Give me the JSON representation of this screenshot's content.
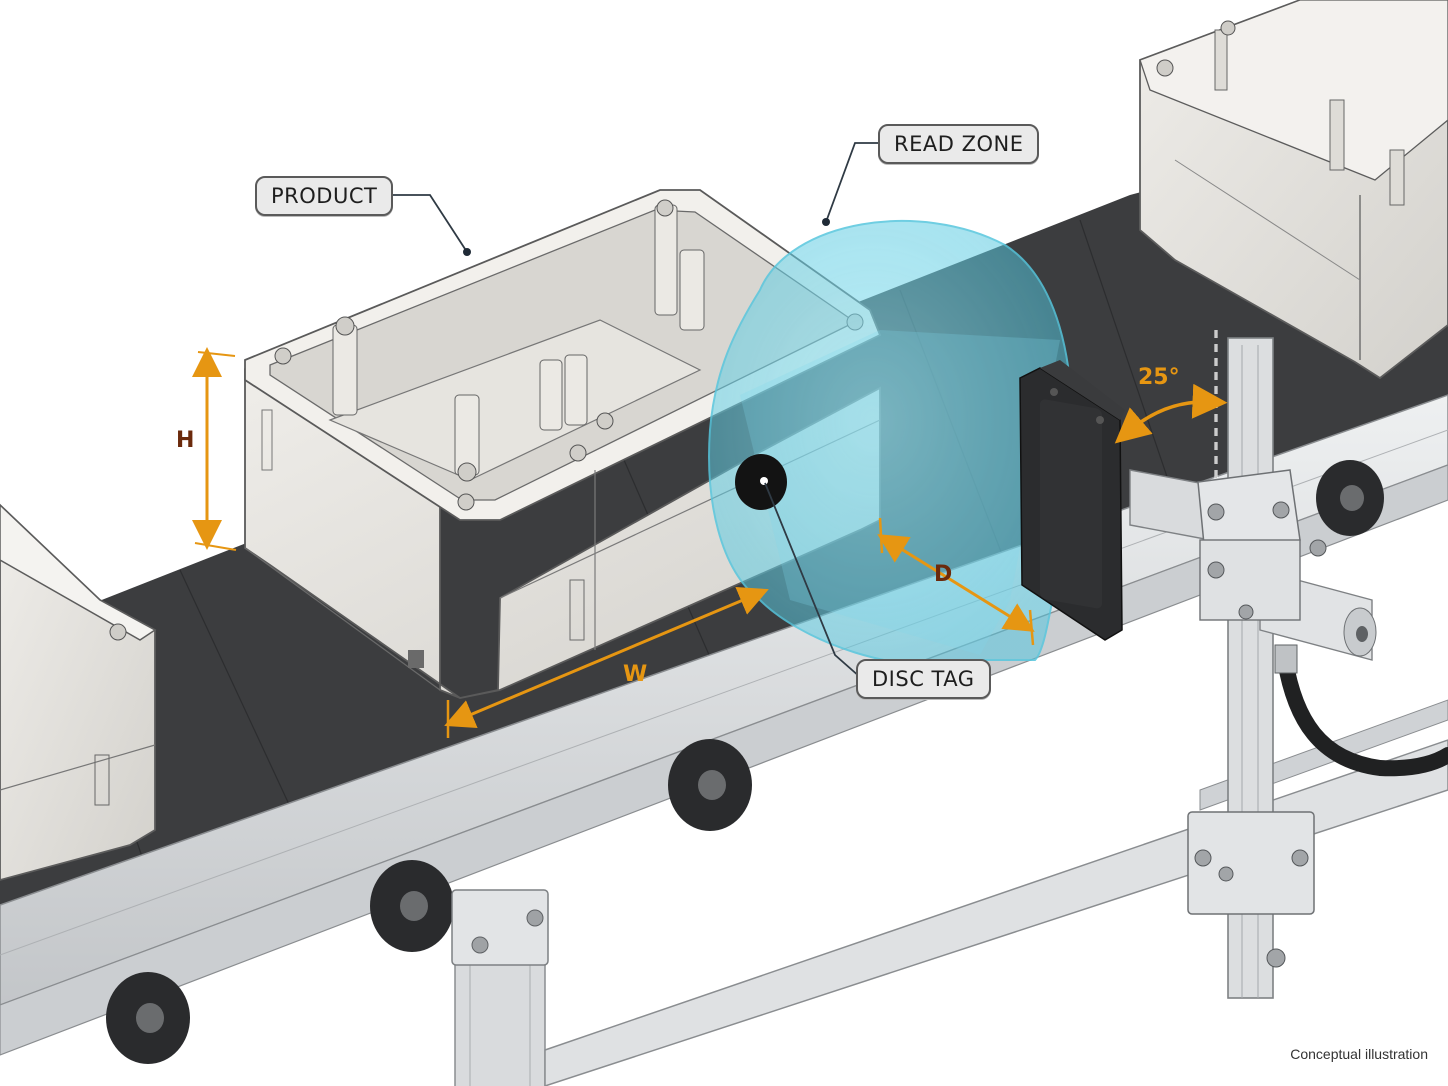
{
  "labels": {
    "product": "PRODUCT",
    "read_zone": "READ ZONE",
    "disc_tag": "DISC TAG"
  },
  "dimensions": {
    "height": "H",
    "width": "W",
    "distance": "D",
    "angle": "25°"
  },
  "footnote": "Conceptual illustration",
  "colors": {
    "belt": "#3c3d3f",
    "rail": "#d6d8da",
    "product": "#e3e1dc",
    "read_zone": "#7fd8ea",
    "reader": "#2b2c2e",
    "dimension": "#e69612",
    "callout_bg": "#eaeaea"
  }
}
